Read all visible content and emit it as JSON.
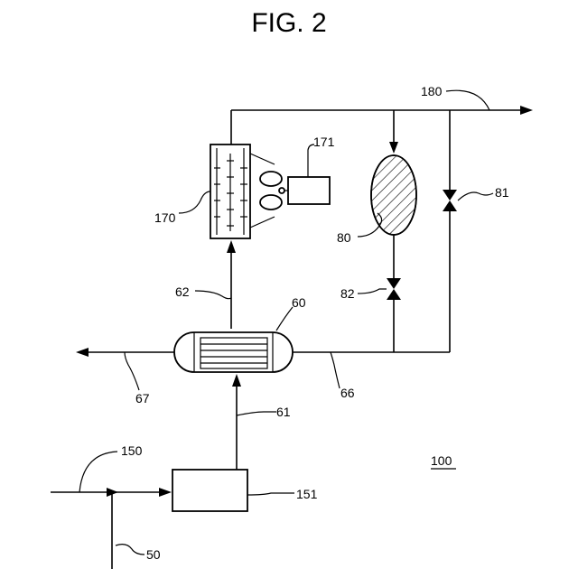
{
  "figure": {
    "title": "FIG. 2",
    "system_label": "100"
  },
  "labels": {
    "l180": "180",
    "l171": "171",
    "l170": "170",
    "l81": "81",
    "l80": "80",
    "l82": "82",
    "l62": "62",
    "l60": "60",
    "l67": "67",
    "l66": "66",
    "l61": "61",
    "l150": "150",
    "l151": "151",
    "l50": "50"
  },
  "colors": {
    "ink": "#000000",
    "background": "#ffffff"
  }
}
